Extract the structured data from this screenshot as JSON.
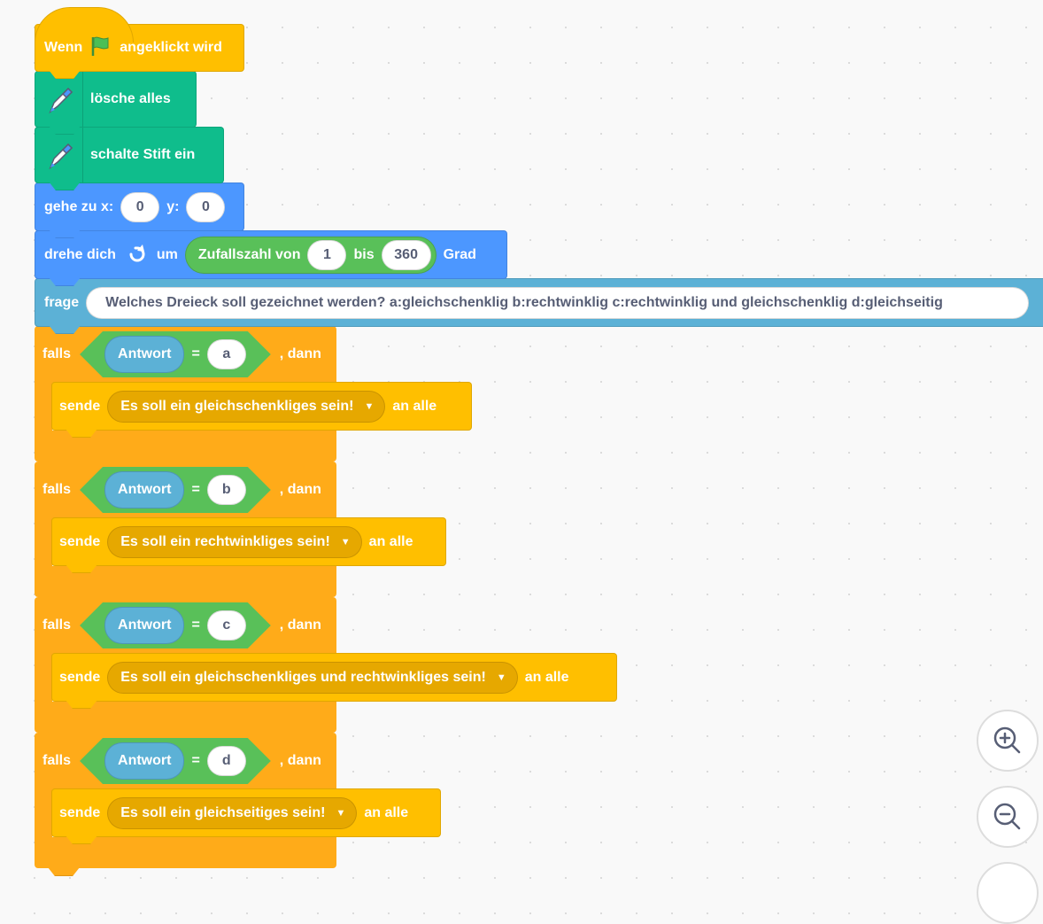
{
  "colors": {
    "events": "#FFBF00",
    "pen": "#0FBD8C",
    "motion": "#4C97FF",
    "sensing": "#5CB1D6",
    "control": "#FFAB19",
    "operators": "#59C059"
  },
  "hat": {
    "pre": "Wenn",
    "post": "angeklickt wird",
    "icon": "green-flag-icon"
  },
  "clear": {
    "label": "lösche alles",
    "icon": "pen-icon"
  },
  "pen_down": {
    "label": "schalte Stift ein",
    "icon": "pen-icon"
  },
  "goto": {
    "label": "gehe zu x:",
    "y_label": "y:",
    "x": "0",
    "y": "0"
  },
  "turn": {
    "label": "drehe dich",
    "icon": "rotate-right-icon",
    "by": "um",
    "random_label": "Zufallszahl von",
    "from": "1",
    "to_label": "bis",
    "to": "360",
    "unit": "Grad"
  },
  "ask": {
    "label": "frage",
    "question": "Welches Dreieck soll gezeichnet werden? a:gleichschenklig b:rechtwinklig c:rechtwinklig und gleichschenklig d:gleichseitig"
  },
  "ifs": [
    {
      "if": "falls",
      "reporter": "Antwort",
      "op": "=",
      "value": "a",
      "then": ", dann",
      "send": "sende",
      "message": "Es soll ein gleichschenkliges sein!",
      "to": "an alle"
    },
    {
      "if": "falls",
      "reporter": "Antwort",
      "op": "=",
      "value": "b",
      "then": ", dann",
      "send": "sende",
      "message": "Es soll ein rechtwinkliges sein!",
      "to": "an alle"
    },
    {
      "if": "falls",
      "reporter": "Antwort",
      "op": "=",
      "value": "c",
      "then": ", dann",
      "send": "sende",
      "message": "Es soll ein gleichschenkliges und rechtwinkliges sein!",
      "to": "an alle"
    },
    {
      "if": "falls",
      "reporter": "Antwort",
      "op": "=",
      "value": "d",
      "then": ", dann",
      "send": "sende",
      "message": "Es soll ein gleichseitiges sein!",
      "to": "an alle"
    }
  ],
  "zoom_controls": {
    "zoom_in": "zoom-in-icon",
    "zoom_out": "zoom-out-icon"
  }
}
